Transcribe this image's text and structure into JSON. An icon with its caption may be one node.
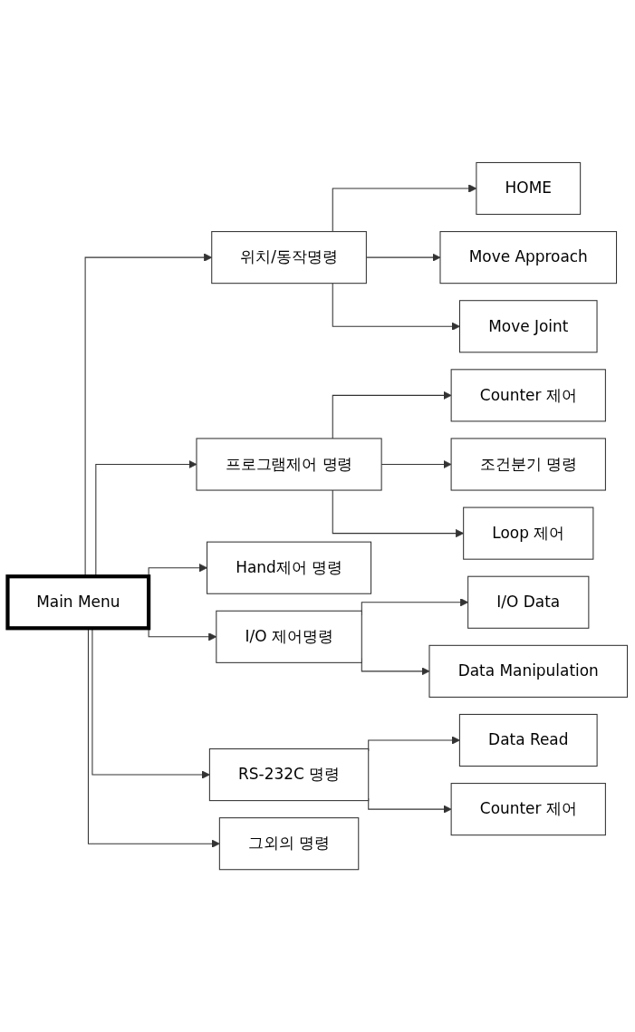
{
  "diagram": {
    "nodes": [
      {
        "text": [
          "Main Menu"
        ]
      },
      {
        "text": [
          "위치/동작명령"
        ]
      },
      {
        "text": [
          "HOME"
        ]
      },
      {
        "text": [
          "Move Approach"
        ]
      },
      {
        "text": [
          "Move Joint"
        ]
      },
      {
        "text": [
          "프로그램제어 명령"
        ]
      },
      {
        "text": [
          "Counter 제어"
        ]
      },
      {
        "text": [
          "조건분기 명령"
        ]
      },
      {
        "text": [
          "Loop 제어"
        ]
      },
      {
        "text": [
          "Hand제어 명령"
        ]
      },
      {
        "text": [
          "I/O 제어명령"
        ]
      },
      {
        "text": [
          "I/O Data"
        ]
      },
      {
        "text": [
          "Data Manipulation"
        ]
      },
      {
        "text": [
          "RS-232C 명령"
        ]
      },
      {
        "text": [
          "Data Read"
        ]
      },
      {
        "text": [
          "Counter 제어"
        ]
      },
      {
        "text": [
          "그외의 명령"
        ]
      }
    ],
    "edges": [
      {
        "from": 0,
        "to": 1,
        "arrow": "to"
      },
      {
        "from": 0,
        "to": 5,
        "arrow": "to"
      },
      {
        "from": 0,
        "to": 9,
        "arrow": "to"
      },
      {
        "from": 0,
        "to": 10,
        "arrow": "to"
      },
      {
        "from": 0,
        "to": 13,
        "arrow": "to"
      },
      {
        "from": 0,
        "to": 16,
        "arrow": "to"
      },
      {
        "from": 1,
        "to": 2,
        "arrow": "to"
      },
      {
        "from": 1,
        "to": 3,
        "arrow": "to"
      },
      {
        "from": 1,
        "to": 4,
        "arrow": "to"
      },
      {
        "from": 5,
        "to": 6,
        "arrow": "to"
      },
      {
        "from": 5,
        "to": 7,
        "arrow": "to"
      },
      {
        "from": 5,
        "to": 8,
        "arrow": "to"
      },
      {
        "from": 10,
        "to": 11,
        "arrow": "to"
      },
      {
        "from": 10,
        "to": 12,
        "arrow": "to"
      },
      {
        "from": 13,
        "to": 14,
        "arrow": "to"
      },
      {
        "from": 13,
        "to": 15,
        "arrow": "to"
      }
    ]
  }
}
